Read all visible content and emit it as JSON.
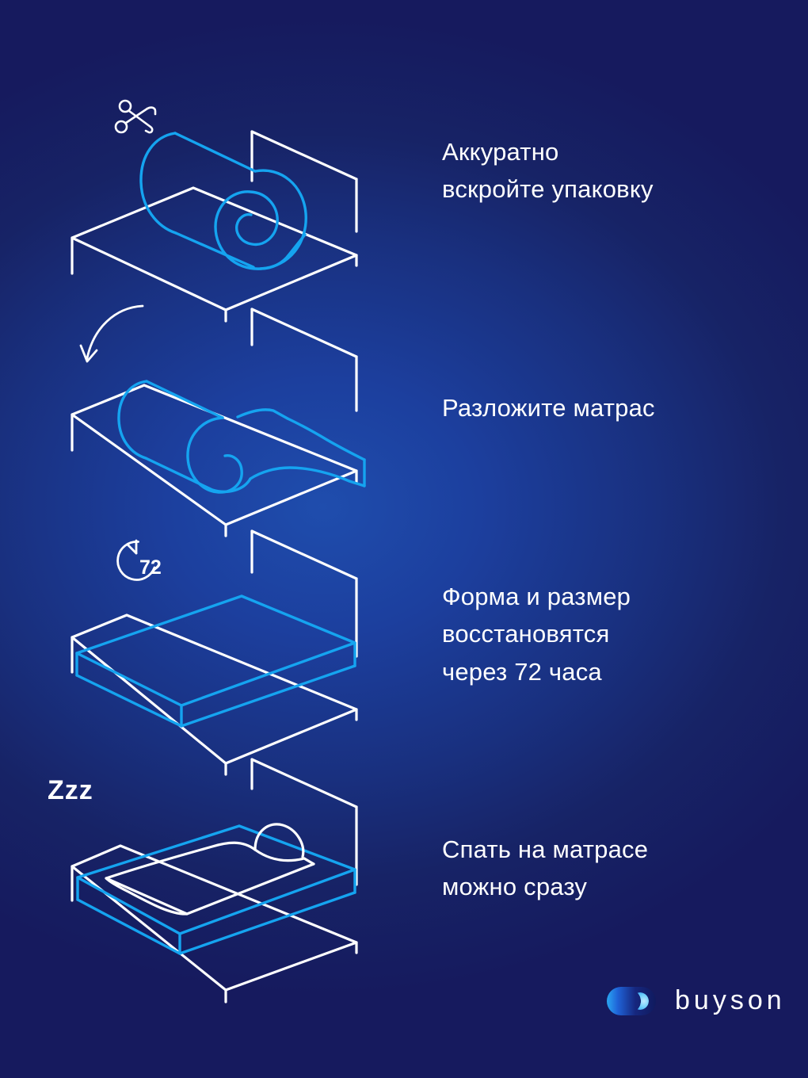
{
  "theme": {
    "bg_dark_navy": "#171a6b",
    "bg_mid_blue": "#1c3f9e",
    "accent_cyan": "#15a4f0",
    "line_white": "#ffffff"
  },
  "steps": [
    {
      "index": 1,
      "text": "Аккуратно\nвскройте упаковку",
      "illustration": "rolled-mattress-on-bed",
      "badge": {
        "type": "scissors-icon",
        "label": ""
      }
    },
    {
      "index": 2,
      "text": "Разложите матрас",
      "illustration": "unrolling-mattress-on-bed",
      "badge": {
        "type": "curved-arrow-icon",
        "label": ""
      }
    },
    {
      "index": 3,
      "text": "Форма и размер\nвосстановятся\nчерез 72 часа",
      "illustration": "flat-mattress-on-bed",
      "badge": {
        "type": "clock-icon",
        "label": "72"
      }
    },
    {
      "index": 4,
      "text": "Спать на матрасе\nможно сразу",
      "illustration": "made-bed-with-pillow",
      "badge": {
        "type": "sleep-text",
        "label": "Zzz"
      }
    }
  ],
  "logo": {
    "brand": "buyson",
    "mark": "moon-in-pill-icon"
  }
}
